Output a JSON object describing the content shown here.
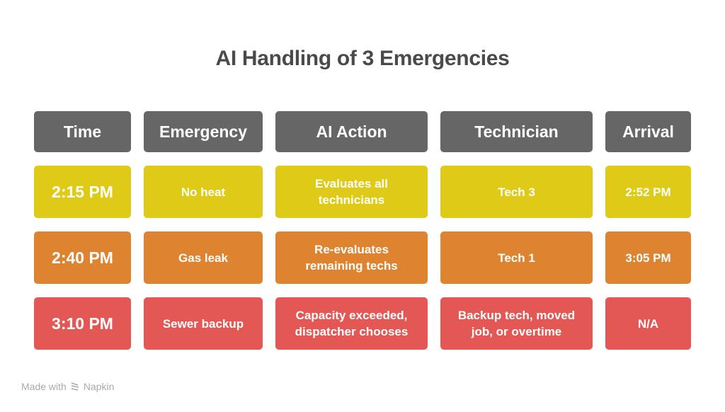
{
  "title": "AI Handling of 3 Emergencies",
  "colors": {
    "header": "#666666",
    "row_1": "#DFCB17",
    "row_2": "#DE8431",
    "row_3": "#E35855",
    "title_text": "#4A4A4A"
  },
  "headers": [
    "Time",
    "Emergency",
    "AI Action",
    "Technician",
    "Arrival"
  ],
  "rows": [
    {
      "time": "2:15 PM",
      "emergency": "No heat",
      "ai_action": "Evaluates all technicians",
      "technician": "Tech 3",
      "arrival": "2:52 PM",
      "color": "#DFCB17"
    },
    {
      "time": "2:40 PM",
      "emergency": "Gas leak",
      "ai_action": "Re-evaluates remaining techs",
      "technician": "Tech 1",
      "arrival": "3:05 PM",
      "color": "#DE8431"
    },
    {
      "time": "3:10 PM",
      "emergency": "Sewer backup",
      "ai_action": "Capacity exceeded, dispatcher chooses",
      "technician": "Backup tech, moved job, or overtime",
      "arrival": "N/A",
      "color": "#E35855"
    }
  ],
  "footer": {
    "prefix": "Made with",
    "brand": "Napkin",
    "icon": "napkin-logo-icon"
  }
}
